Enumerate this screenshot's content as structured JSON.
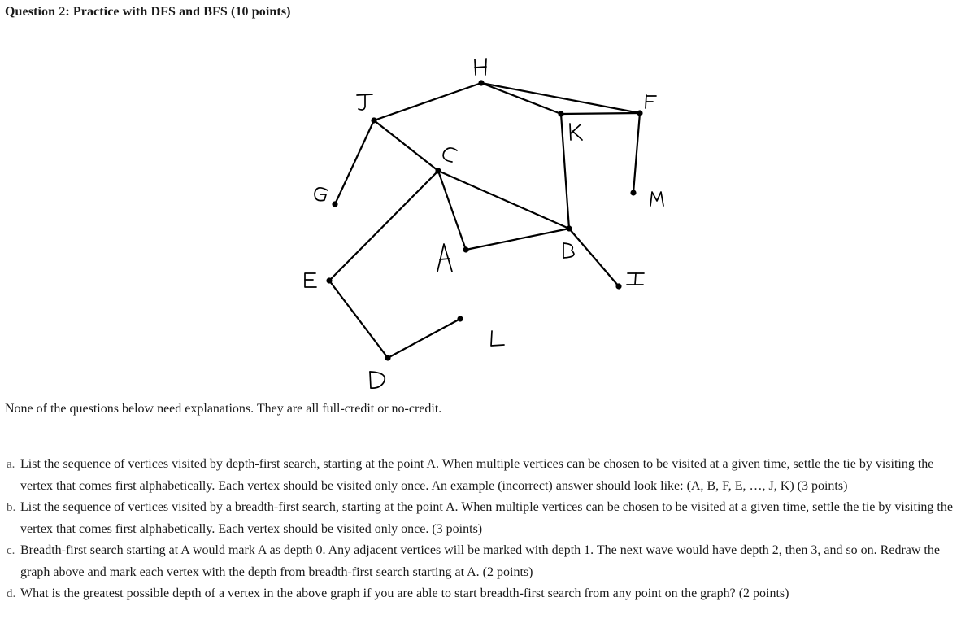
{
  "title": "Question 2: Practice with DFS and BFS (10 points)",
  "graph": {
    "vertices": [
      "H",
      "J",
      "F",
      "K",
      "C",
      "G",
      "M",
      "A",
      "B",
      "E",
      "I",
      "L",
      "D"
    ],
    "edges": [
      [
        "J",
        "H"
      ],
      [
        "H",
        "K"
      ],
      [
        "H",
        "F"
      ],
      [
        "K",
        "F"
      ],
      [
        "J",
        "G"
      ],
      [
        "J",
        "C"
      ],
      [
        "C",
        "E"
      ],
      [
        "C",
        "A"
      ],
      [
        "C",
        "B"
      ],
      [
        "K",
        "B"
      ],
      [
        "A",
        "B"
      ],
      [
        "F",
        "M"
      ],
      [
        "B",
        "I"
      ],
      [
        "E",
        "D"
      ],
      [
        "D",
        "L"
      ]
    ]
  },
  "intro": "None of the questions below need explanations. They are all full-credit or no-credit.",
  "questions": [
    {
      "marker": "a.",
      "text": "List the sequence of vertices visited by depth-first search, starting at the point A. When multiple vertices can be chosen to be visited at a given time, settle the tie by visiting the vertex that comes first alphabetically. Each vertex should be visited only once. An example (incorrect) answer should look like: (A, B, F, E, …, J, K)  (3 points)"
    },
    {
      "marker": "b.",
      "text": "List the sequence of vertices visited by a breadth-first search, starting at the point A. When multiple vertices can be chosen to be visited at a given time, settle the tie by visiting the vertex that comes first alphabetically. Each vertex should be visited only once. (3 points)"
    },
    {
      "marker": "c.",
      "text": "Breadth-first search starting at A would mark A as depth 0. Any adjacent vertices will be marked with depth 1. The next wave would have depth 2, then 3, and so on. Redraw the graph above and mark each vertex with the depth from breadth-first search starting at A. (2 points)"
    },
    {
      "marker": "d.",
      "text": "What is the greatest possible depth of a vertex in the above graph if you are able to start breadth-first search from any point on the graph? (2 points)"
    }
  ]
}
